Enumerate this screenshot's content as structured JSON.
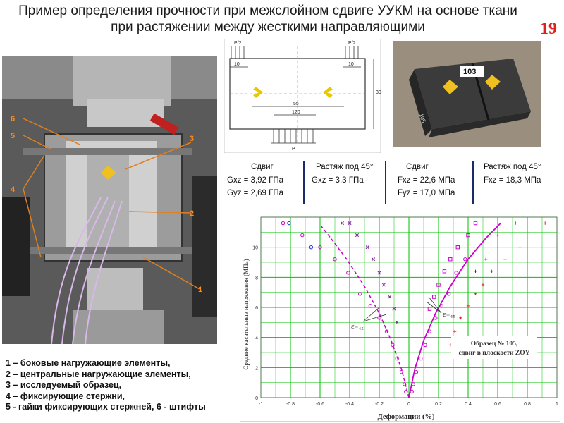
{
  "slide": {
    "title_line1": "Пример определения прочности при межслойном сдвиге УУКМ на основе ткани",
    "title_line2": "при растяжении между жесткими направляющими",
    "number": "19"
  },
  "rig_photo": {
    "callouts": [
      "6",
      "5",
      "4",
      "3",
      "2",
      "1"
    ]
  },
  "legend": {
    "items": [
      "1 – боковые нагружающие элементы,",
      "2 – центральные нагружающие элементы,",
      "3 – исследуемый образец,",
      "4 – фиксирующие стержни,",
      "5 - гайки фиксирующих стержней, 6 - штифты"
    ]
  },
  "scheme": {
    "load_left": "P/2",
    "load_right": "P/2",
    "dim_left": "10",
    "dim_right": "10",
    "dim_middle": "55",
    "dim_bottom": "120",
    "dim_height": "30",
    "load_bottom": "P"
  },
  "sample_photo": {
    "label": "103",
    "side_label": "105"
  },
  "properties": {
    "headers": [
      "Сдвиг",
      "Растяж под 45°",
      "Сдвиг",
      "Растяж под 45°"
    ],
    "col1": [
      "Gxz = 3,92 ГПа",
      "Gyz = 2,69 ГПа"
    ],
    "col2": [
      "Gxz = 3,3 ГПа"
    ],
    "col3": [
      "Fxz = 22,6 МПа",
      "Fyz = 17,0 МПа"
    ],
    "col4": [
      "Fxz = 18,3 МПа"
    ]
  },
  "chart_data": {
    "type": "scatter",
    "xlabel": "Деформации (%)",
    "ylabel": "Средние касательные напряжения (МПа)",
    "xlim": [
      -1,
      1
    ],
    "ylim": [
      0,
      12
    ],
    "xticks": [
      "-1",
      "-0.8",
      "-0.6",
      "-0.4",
      "-0.2",
      "0",
      "0.2",
      "0.4",
      "0.6",
      "0.8",
      "1"
    ],
    "yticks": [
      "0",
      "2",
      "4",
      "6",
      "8",
      "10"
    ],
    "grid": true,
    "annotation": "Образец № 105, сдвиг в плоскости ZOY",
    "annotation_lines": [
      "Образец № 105,",
      "сдвиг в плоскости ZOY"
    ],
    "label_left": "ε₋₄₅",
    "label_right": "ε₊₄₅",
    "colors": {
      "grid": "#00c000",
      "curve": "#cc00cc",
      "red": "#e02020",
      "blue": "#2030d0",
      "purple": "#8020a0"
    },
    "series": [
      {
        "marker": "circle",
        "color": "#cc00cc",
        "x": [
          -0.02,
          -0.03,
          -0.05,
          -0.08,
          -0.11,
          -0.15,
          -0.2,
          -0.26,
          -0.33,
          -0.41,
          -0.5,
          -0.6,
          -0.72,
          -0.85
        ],
        "y": [
          0.4,
          0.9,
          1.7,
          2.6,
          3.5,
          4.4,
          5.3,
          6.1,
          6.9,
          8.3,
          9.2,
          10.0,
          10.8,
          11.6
        ]
      },
      {
        "marker": "circle",
        "color": "#cc00cc",
        "x": [
          0.02,
          0.03,
          0.05,
          0.08,
          0.11,
          0.14,
          0.18,
          0.22,
          0.27,
          0.32,
          0.38
        ],
        "y": [
          0.4,
          0.9,
          1.7,
          2.6,
          3.5,
          4.4,
          5.3,
          6.1,
          6.9,
          8.3,
          9.2
        ]
      },
      {
        "marker": "square",
        "color": "#cc00cc",
        "x": [
          0.14,
          0.17,
          0.2,
          0.24,
          0.28,
          0.33,
          0.4,
          0.45
        ],
        "y": [
          5.9,
          6.7,
          7.5,
          8.4,
          9.2,
          10.0,
          10.8,
          11.6
        ]
      },
      {
        "marker": "x",
        "color": "#8020a0",
        "x": [
          -0.08,
          -0.1,
          -0.13,
          -0.17,
          -0.2,
          -0.24,
          -0.28,
          -0.35,
          -0.4,
          -0.45
        ],
        "y": [
          5.0,
          5.9,
          6.7,
          7.5,
          8.3,
          9.2,
          10.0,
          10.8,
          11.6,
          11.6
        ]
      },
      {
        "marker": "plus",
        "color": "#e02020",
        "x": [
          0.28,
          0.31,
          0.35,
          0.4,
          0.45,
          0.5,
          0.56,
          0.65,
          0.75,
          0.92
        ],
        "y": [
          3.5,
          4.4,
          5.3,
          6.1,
          6.9,
          7.5,
          8.4,
          9.2,
          10.0,
          11.6
        ]
      },
      {
        "marker": "plus",
        "color": "#2030d0",
        "x": [
          0.45,
          0.52,
          0.6,
          0.72
        ],
        "y": [
          8.4,
          9.2,
          10.8,
          11.6
        ]
      },
      {
        "marker": "circle",
        "color": "#2030d0",
        "x": [
          -0.81,
          -0.66
        ],
        "y": [
          11.6,
          10.0
        ]
      }
    ],
    "curve_left": {
      "x": [
        0,
        -0.05,
        -0.12,
        -0.2,
        -0.3,
        -0.42,
        -0.52,
        -0.6
      ],
      "y": [
        0,
        1.9,
        3.8,
        5.6,
        7.4,
        9.2,
        10.5,
        11.5
      ]
    },
    "curve_right": {
      "x": [
        0,
        0.04,
        0.1,
        0.18,
        0.28,
        0.4,
        0.52,
        0.62
      ],
      "y": [
        0,
        1.9,
        3.8,
        5.6,
        7.4,
        9.2,
        10.6,
        11.6
      ]
    }
  }
}
